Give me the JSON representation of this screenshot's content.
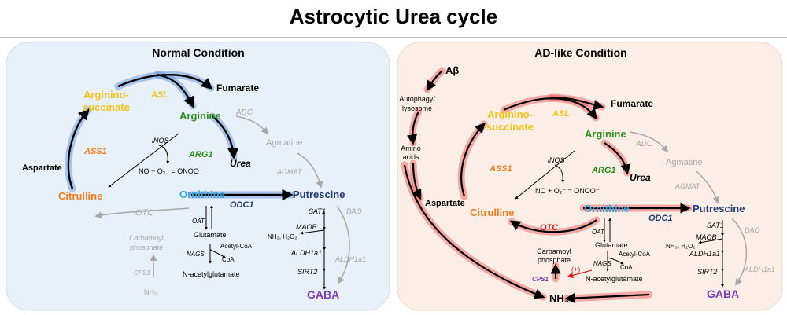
{
  "title": "Astrocytic Urea cycle",
  "colors": {
    "normal_panel": "#e8f0f9",
    "ad_panel": "#fbeee6",
    "glow_blue": "#5b8fd8",
    "glow_red": "#e84a4a",
    "yellow": "#f2c318",
    "orange": "#f07d22",
    "green": "#2e8b1e",
    "light_blue": "#38a4e0",
    "navy": "#1f3c78",
    "purple": "#7b3fb2",
    "grey": "#a8a8a8",
    "red_text": "#d21e1e"
  },
  "normal": {
    "heading": "Normal Condition",
    "argininosuccinate_1": "Arginino-",
    "argininosuccinate_2": "succinate",
    "asl": "ASL",
    "fumarate": "Fumarate",
    "arginine": "Arginine",
    "adc": "ADC",
    "agmatine": "Agmatine",
    "inos": "iNOS",
    "ass1": "ASS1",
    "arg1": "ARG1",
    "urea": "Urea",
    "aspartate": "Aspartate",
    "no_reaction": "NO + O₂⁻ = ONOO⁻",
    "agmat": "AGMAT",
    "citrulline": "Citrulline",
    "ornithine": "Ornithine",
    "putrescine": "Putrescine",
    "odc1": "ODC1",
    "otc": "OTC",
    "sat1": "SAT1",
    "dao": "DAO",
    "oat": "OAT",
    "glutamate": "Glutamate",
    "maob": "MAOB",
    "acetyl_coa": "Acetyl-CoA",
    "nh3_h2o2": "NH₃, H₂O₂",
    "carbamoyl_1": "Carbamoyl",
    "carbamoyl_2": "phosphate",
    "nags": "NAGS",
    "coa": "CoA",
    "aldh1a1_left": "ALDH1a1",
    "aldh1a1_right": "ALDH1a1",
    "n_acetylglutamate": "N-acetylglutamate",
    "cps1": "CPS1",
    "sirt2": "SIRT2",
    "nh3": "NH₃",
    "gaba": "GABA"
  },
  "ad": {
    "heading": "AD-like Condition",
    "abeta": "Aβ",
    "autophagy_1": "Autophagy/",
    "autophagy_2": "lysosome",
    "fumarate": "Fumarate",
    "argininosuccinate_1": "Arginino-",
    "argininosuccinate_2": "succinate",
    "asl": "ASL",
    "arginine": "Arginine",
    "adc": "ADC",
    "agmatine": "Agmatine",
    "amino_1": "Amino",
    "amino_2": "acids",
    "inos": "iNOS",
    "ass1": "ASS1",
    "arg1": "ARG1",
    "urea": "Urea",
    "no_reaction": "NO + O₂⁻ = ONOO⁻",
    "agmat": "AGMAT",
    "aspartate": "Aspartate",
    "ornithine": "Ornithine",
    "citrulline": "Citrulline",
    "odc1": "ODC1",
    "putrescine": "Putrescine",
    "otc": "OTC",
    "sat1": "SAT1",
    "dao": "DAO",
    "oat": "OAT",
    "maob": "MAOB",
    "glutamate": "Glutamate",
    "nh3_h2o2": "NH₃, H₂O₂",
    "carbamoyl_1": "Carbamoyl",
    "carbamoyl_2": "phosphate",
    "acetyl_coa": "Acetyl-CoA",
    "aldh1a1_left": "ALDH1a1",
    "nags": "NAGS",
    "coa": "CoA",
    "plus": "(+)",
    "cps1": "CPS1",
    "n_acetylglutamate": "N-acetylglutamate",
    "sirt2": "SIRT2",
    "aldh1a1_right": "ALDH1a1",
    "nh3": "NH₃",
    "gaba": "GABA"
  }
}
